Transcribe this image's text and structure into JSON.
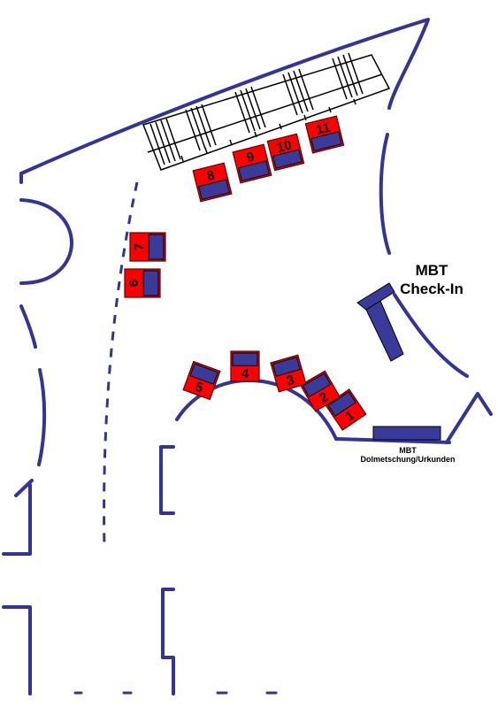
{
  "colors": {
    "wall": "#33339a",
    "desk": "#ff0000",
    "dark": "#3a3a9a",
    "ink": "#000000"
  },
  "labels": {
    "checkin_line1": "MBT",
    "checkin_line2": "Check-In",
    "dolm_line1": "MBT",
    "dolm_line2": "Dolmetschung/Urkunden"
  },
  "desks": [
    {
      "id": "1",
      "label": "1"
    },
    {
      "id": "2",
      "label": "2"
    },
    {
      "id": "3",
      "label": "3"
    },
    {
      "id": "4",
      "label": "4"
    },
    {
      "id": "5",
      "label": "5"
    },
    {
      "id": "6",
      "label": "6"
    },
    {
      "id": "7",
      "label": "7"
    },
    {
      "id": "8",
      "label": "8"
    },
    {
      "id": "9",
      "label": "9"
    },
    {
      "id": "10",
      "label": "10"
    },
    {
      "id": "11",
      "label": "11"
    }
  ]
}
